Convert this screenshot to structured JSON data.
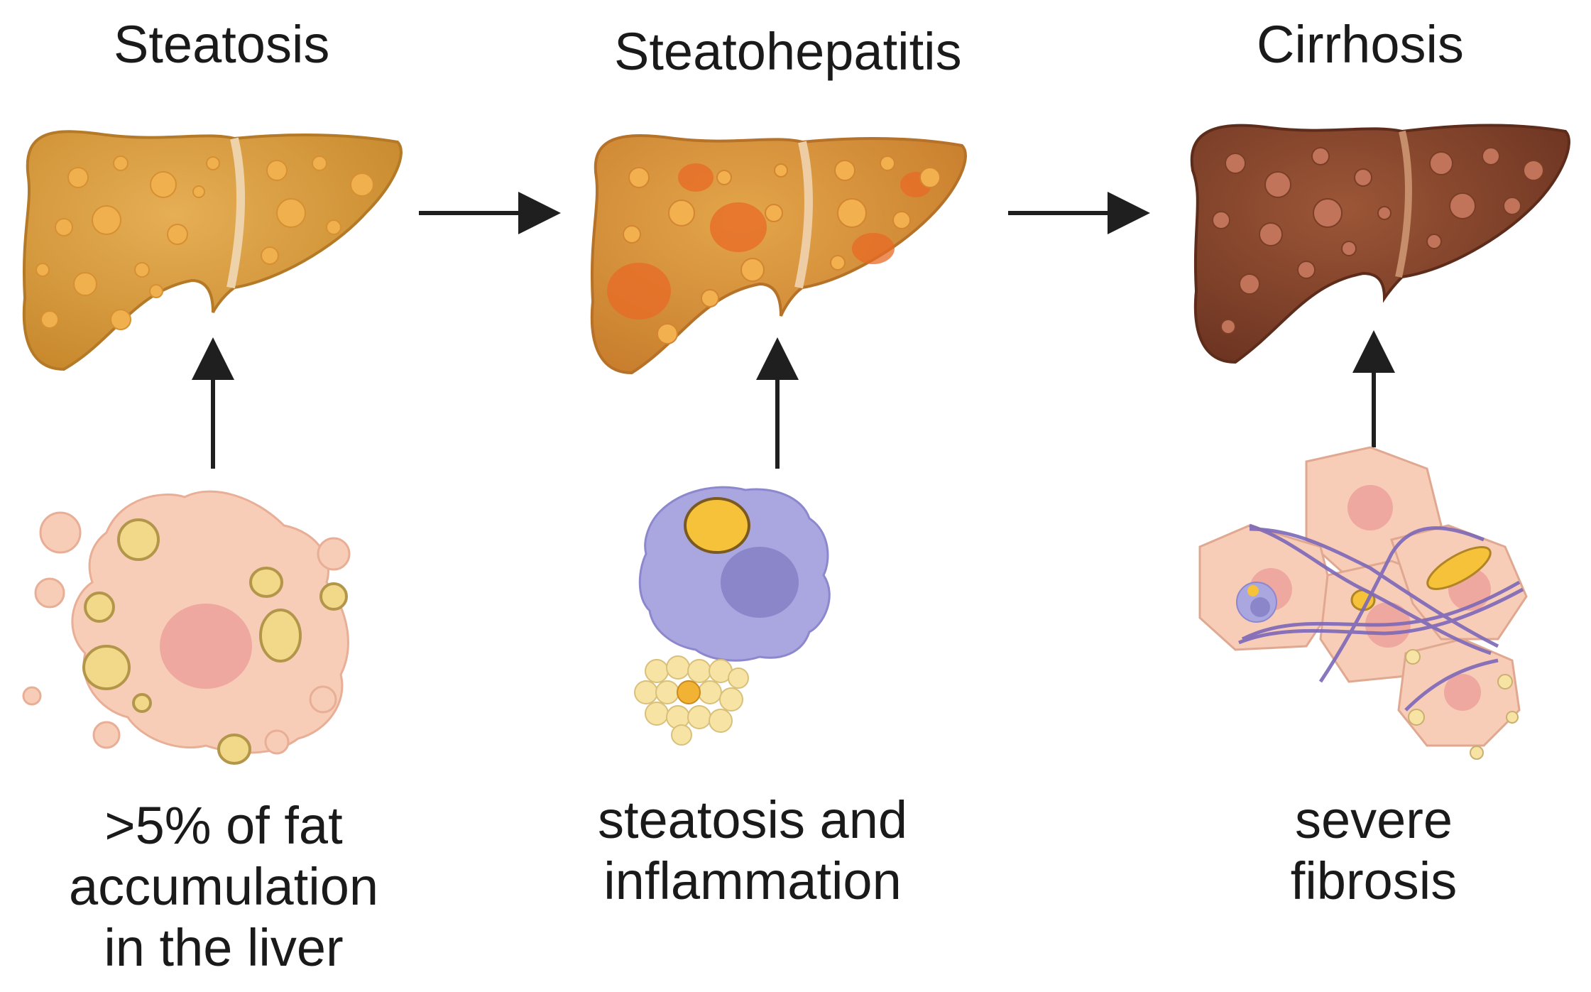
{
  "stages": [
    {
      "title": "Steatosis",
      "caption_lines": [
        ">5% of fat",
        "accumulation",
        "in the liver"
      ],
      "liver_color": "#D99A3C",
      "cell_icon": "fatty-hepatocyte-icon"
    },
    {
      "title": "Steatohepatitis",
      "caption_lines": [
        "steatosis and",
        "inflammation"
      ],
      "liver_color": "#D88E3A",
      "cell_icon": "macrophage-icon"
    },
    {
      "title": "Cirrhosis",
      "caption_lines": [
        "severe",
        "fibrosis"
      ],
      "liver_color": "#8A4A32",
      "cell_icon": "fibrotic-tissue-icon"
    }
  ],
  "colors": {
    "arrow": "#1f1f1f",
    "hepatocyte": "#F8CDB8",
    "fat_droplet": "#F2D98A",
    "macrophage": "#A9A6E0",
    "fiber": "#7C68B8"
  }
}
